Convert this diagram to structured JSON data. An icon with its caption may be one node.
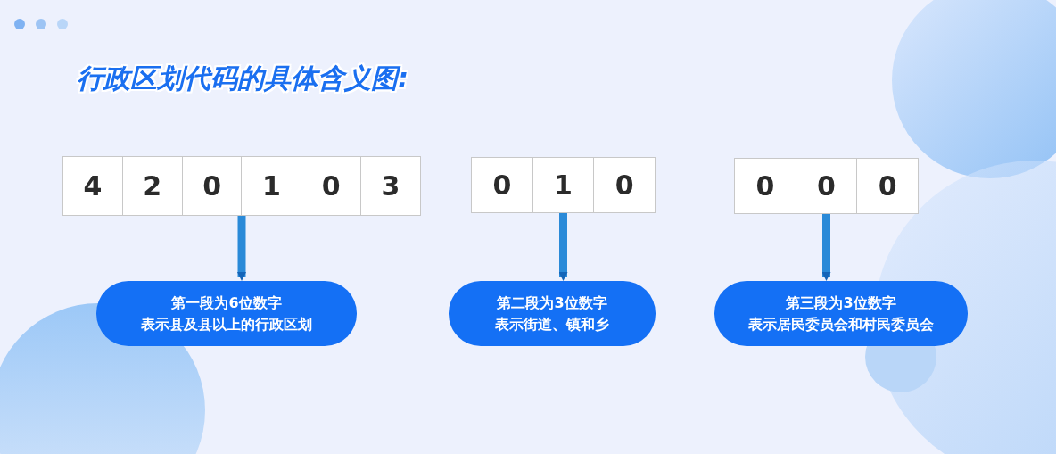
{
  "diagram": {
    "title": "行政区划代码的具体含义图:",
    "nodes": [
      {
        "text": [],
        "shape": "box"
      },
      {
        "text": [
          "4"
        ],
        "in": 0
      },
      {
        "text": [
          "2"
        ],
        "in": 0
      },
      {
        "text": [
          "0"
        ],
        "in": 0
      },
      {
        "text": [
          "1"
        ],
        "in": 0
      },
      {
        "text": [
          "0"
        ],
        "in": 0
      },
      {
        "text": [
          "3"
        ],
        "in": 0
      },
      {
        "text": [],
        "shape": "box"
      },
      {
        "text": [
          "0"
        ],
        "in": 7
      },
      {
        "text": [
          "1"
        ],
        "in": 7
      },
      {
        "text": [
          "0"
        ],
        "in": 7
      },
      {
        "text": [],
        "shape": "box"
      },
      {
        "text": [
          "0"
        ],
        "in": 11
      },
      {
        "text": [
          "0"
        ],
        "in": 11
      },
      {
        "text": [
          "0"
        ],
        "in": 11
      },
      {
        "text": [
          "第一段为6位数字",
          "表示县及县以上的行政区划"
        ]
      },
      {
        "text": [
          "第二段为3位数字",
          "表示街道、镇和乡"
        ]
      },
      {
        "text": [
          "第三段为3位数字",
          "表示居民委员会和村民委员会"
        ]
      }
    ],
    "edges": [
      {
        "from": 0,
        "to": 15,
        "arrow": "to"
      },
      {
        "from": 7,
        "to": 16,
        "arrow": "to"
      },
      {
        "from": 11,
        "to": 17,
        "arrow": "to"
      }
    ]
  }
}
